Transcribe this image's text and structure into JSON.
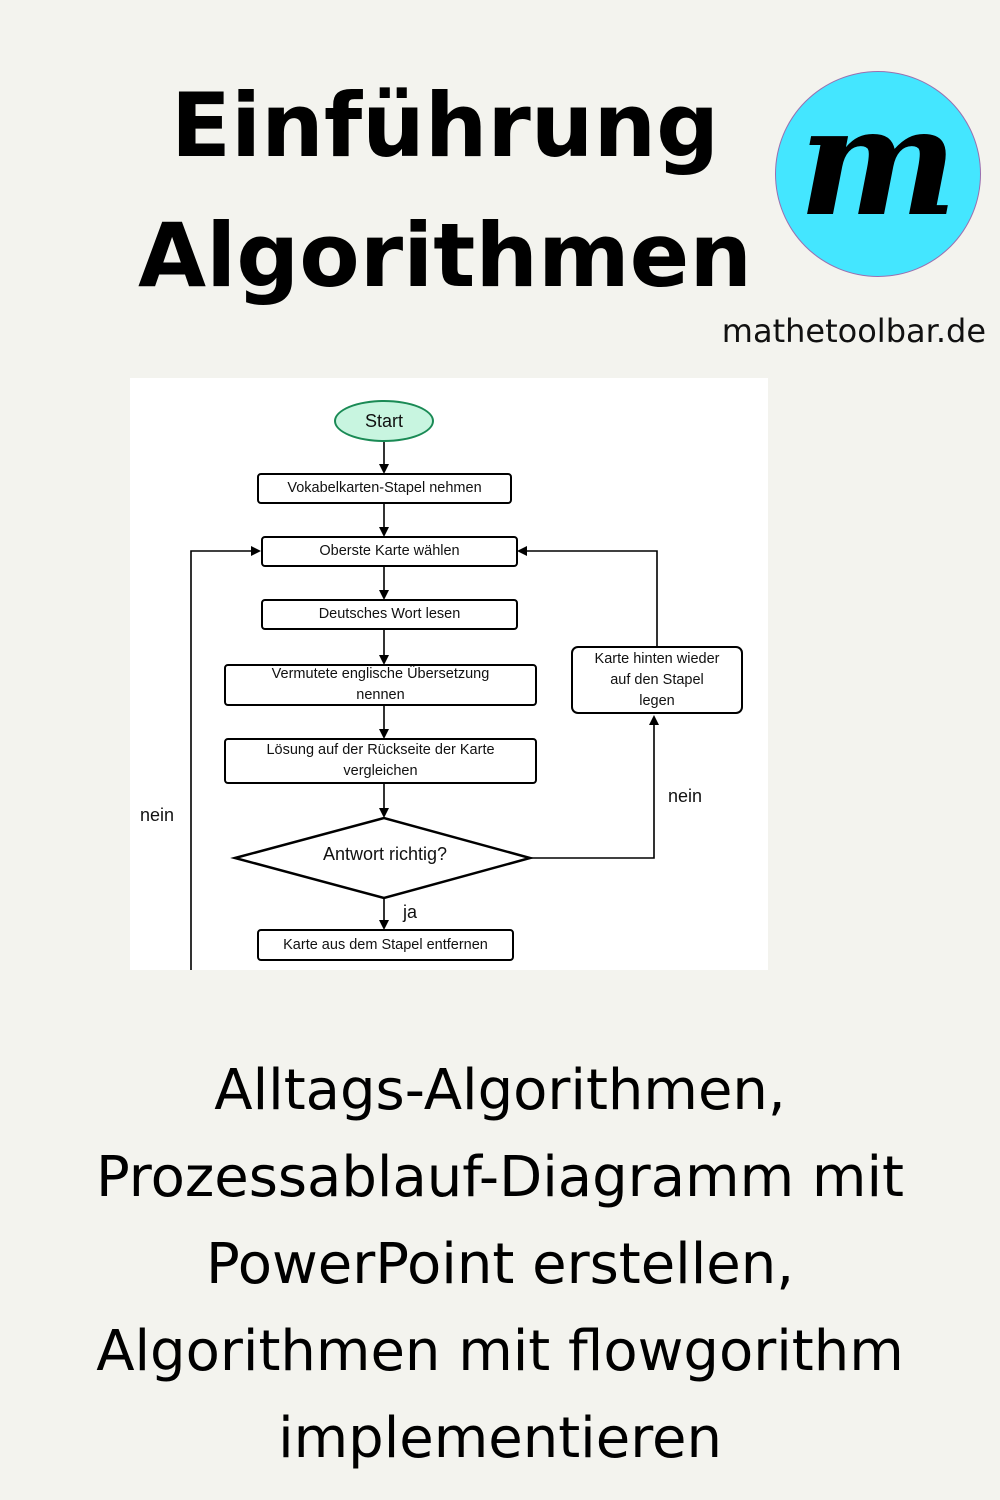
{
  "header": {
    "title_line1": "Einführung",
    "title_line2": "Algorithmen",
    "logo_letter": "m",
    "site": "mathetoolbar.de"
  },
  "flowchart": {
    "start": "Start",
    "step1": "Vokabelkarten-Stapel nehmen",
    "step2": "Oberste Karte wählen",
    "step3": "Deutsches Wort lesen",
    "step4_line1": "Vermutete englische Übersetzung",
    "step4_line2": "nennen",
    "step5_line1": "Lösung auf der Rückseite der Karte",
    "step5_line2": "vergleichen",
    "decision": "Antwort richtig?",
    "side_line1": "Karte hinten wieder",
    "side_line2": "auf den Stapel",
    "side_line3": "legen",
    "step6": "Karte aus dem Stapel entfernen",
    "label_nein_right": "nein",
    "label_nein_left": "nein",
    "label_ja": "ja"
  },
  "footer": {
    "line1": "Alltags-Algorithmen,",
    "line2": "Prozessablauf-Diagramm mit",
    "line3": "PowerPoint erstellen,",
    "line4": "Algorithmen mit flowgorithm",
    "line5": "implementieren"
  },
  "colors": {
    "background": "#f3f3ee",
    "logo": "#44e6ff",
    "start_fill": "#c8f5e0",
    "start_stroke": "#1a8a55"
  }
}
